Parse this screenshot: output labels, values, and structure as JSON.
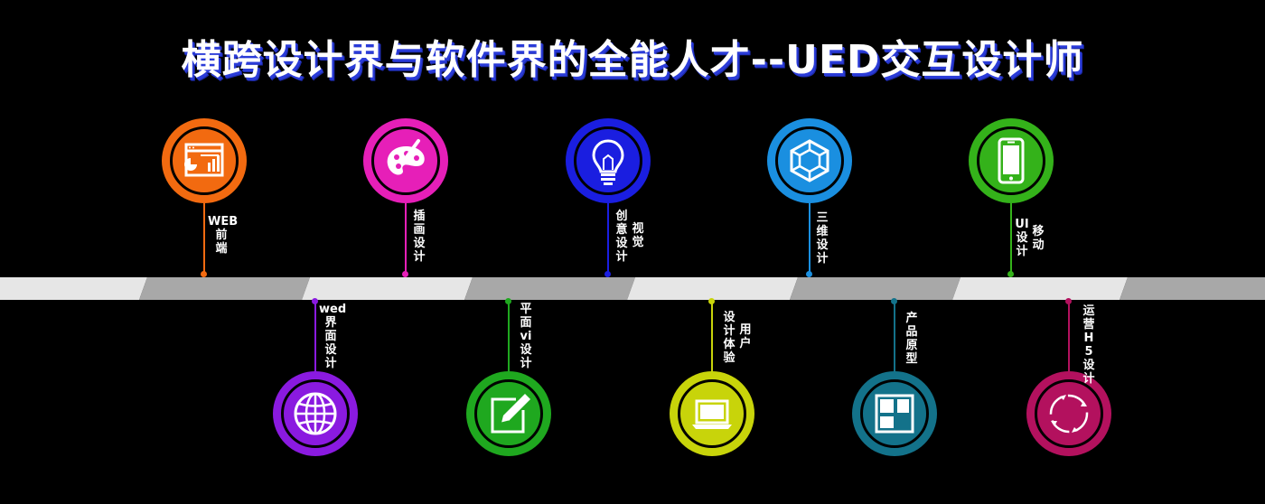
{
  "title": "横跨设计界与软件界的全能人才--UED交互设计师",
  "colors": {
    "orange": "#f26a10",
    "magenta": "#e61fb8",
    "blue": "#1a1ee0",
    "sky": "#1a8fe0",
    "green": "#34b21a",
    "purple": "#8a1ae0",
    "green2": "#1fa81f",
    "lime": "#c8d40a",
    "teal": "#13728a",
    "crimson": "#b3115e",
    "band_light": "#e6e6e6",
    "band_dark": "#a8a8a8"
  },
  "top_nodes": [
    {
      "id": "web-frontend",
      "icon": "web-chart-icon",
      "label_head": "WEB",
      "label_cols": [
        "前端"
      ]
    },
    {
      "id": "illustration",
      "icon": "palette-icon",
      "label_cols": [
        "插画设计"
      ]
    },
    {
      "id": "creative-visual",
      "icon": "lightbulb-icon",
      "label_cols": [
        "创意设计",
        "视觉"
      ]
    },
    {
      "id": "3d-design",
      "icon": "cube-icon",
      "label_cols": [
        "三维设计"
      ]
    },
    {
      "id": "mobile-ui",
      "icon": "phone-icon",
      "label_cols": [
        "UI设计",
        "移动"
      ]
    }
  ],
  "bottom_nodes": [
    {
      "id": "web-interface",
      "icon": "globe-icon",
      "label_head": "wed",
      "label_cols": [
        "界面设计"
      ]
    },
    {
      "id": "graphic-vi",
      "icon": "edit-icon",
      "label_cols": [
        "平面vi设计"
      ]
    },
    {
      "id": "ux",
      "icon": "laptop-icon",
      "label_cols": [
        "设计体验",
        "用户"
      ]
    },
    {
      "id": "prototype",
      "icon": "layout-icon",
      "label_cols": [
        "产品原型"
      ]
    },
    {
      "id": "h5",
      "icon": "cycle-icon",
      "label_cols": [
        "运营H5设计"
      ]
    }
  ]
}
